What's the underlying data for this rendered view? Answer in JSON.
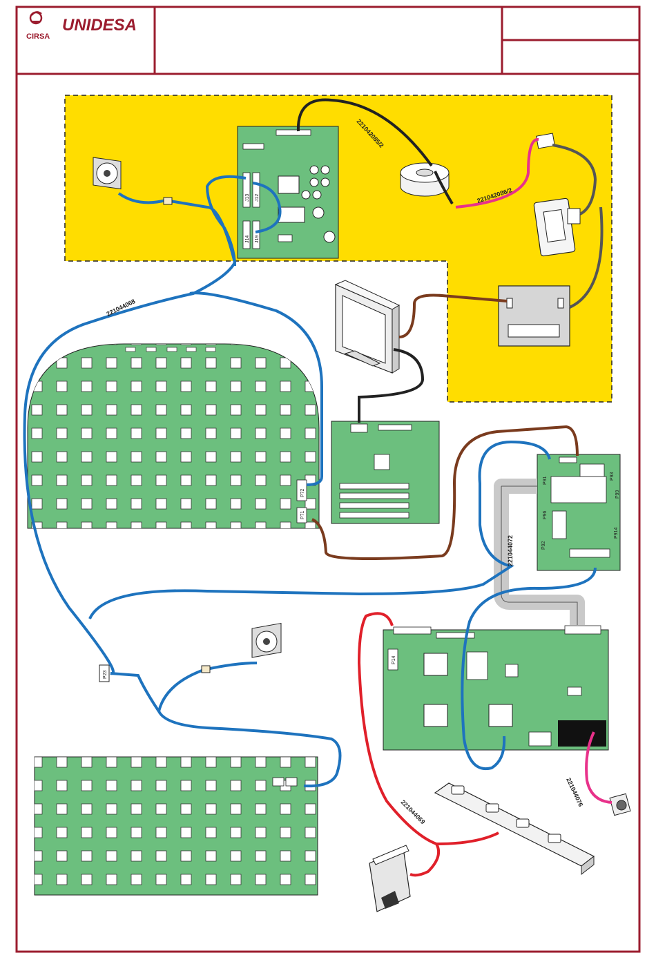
{
  "colors": {
    "frame": "#9b1c2e",
    "zone": "#ffdd00",
    "board": "#6cbf7e",
    "cable_blue": "#1e73be",
    "cable_black": "#222222",
    "cable_brown": "#7a3b1e",
    "cable_red": "#e0202a",
    "cable_pink": "#e8318a",
    "cable_grey": "#555555",
    "ribbon": "#c9c9c9"
  },
  "header": {
    "brand_small": "CIRSA",
    "brand_large": "UNIDESA"
  },
  "cables": {
    "c1": "221042085/2",
    "c2": "221042086/2",
    "c3": "221044068",
    "c4": "221044072",
    "c5": "221044069",
    "c6": "221044076"
  },
  "connectors": {
    "j12": "J12",
    "j13": "J13",
    "j14": "J14",
    "j19": "J19",
    "p71": "P71",
    "p72": "P72",
    "p23": "P23",
    "p14": "P14",
    "p91": "P91",
    "p92": "P92",
    "p93": "P93",
    "p96": "P96",
    "p99": "P99",
    "p914": "P914"
  },
  "icons": [
    "cirsa-logo-icon",
    "fan-icon",
    "monitor-icon",
    "transformer-icon",
    "speaker-icon",
    "coin-validator-icon",
    "button-strip-icon"
  ]
}
